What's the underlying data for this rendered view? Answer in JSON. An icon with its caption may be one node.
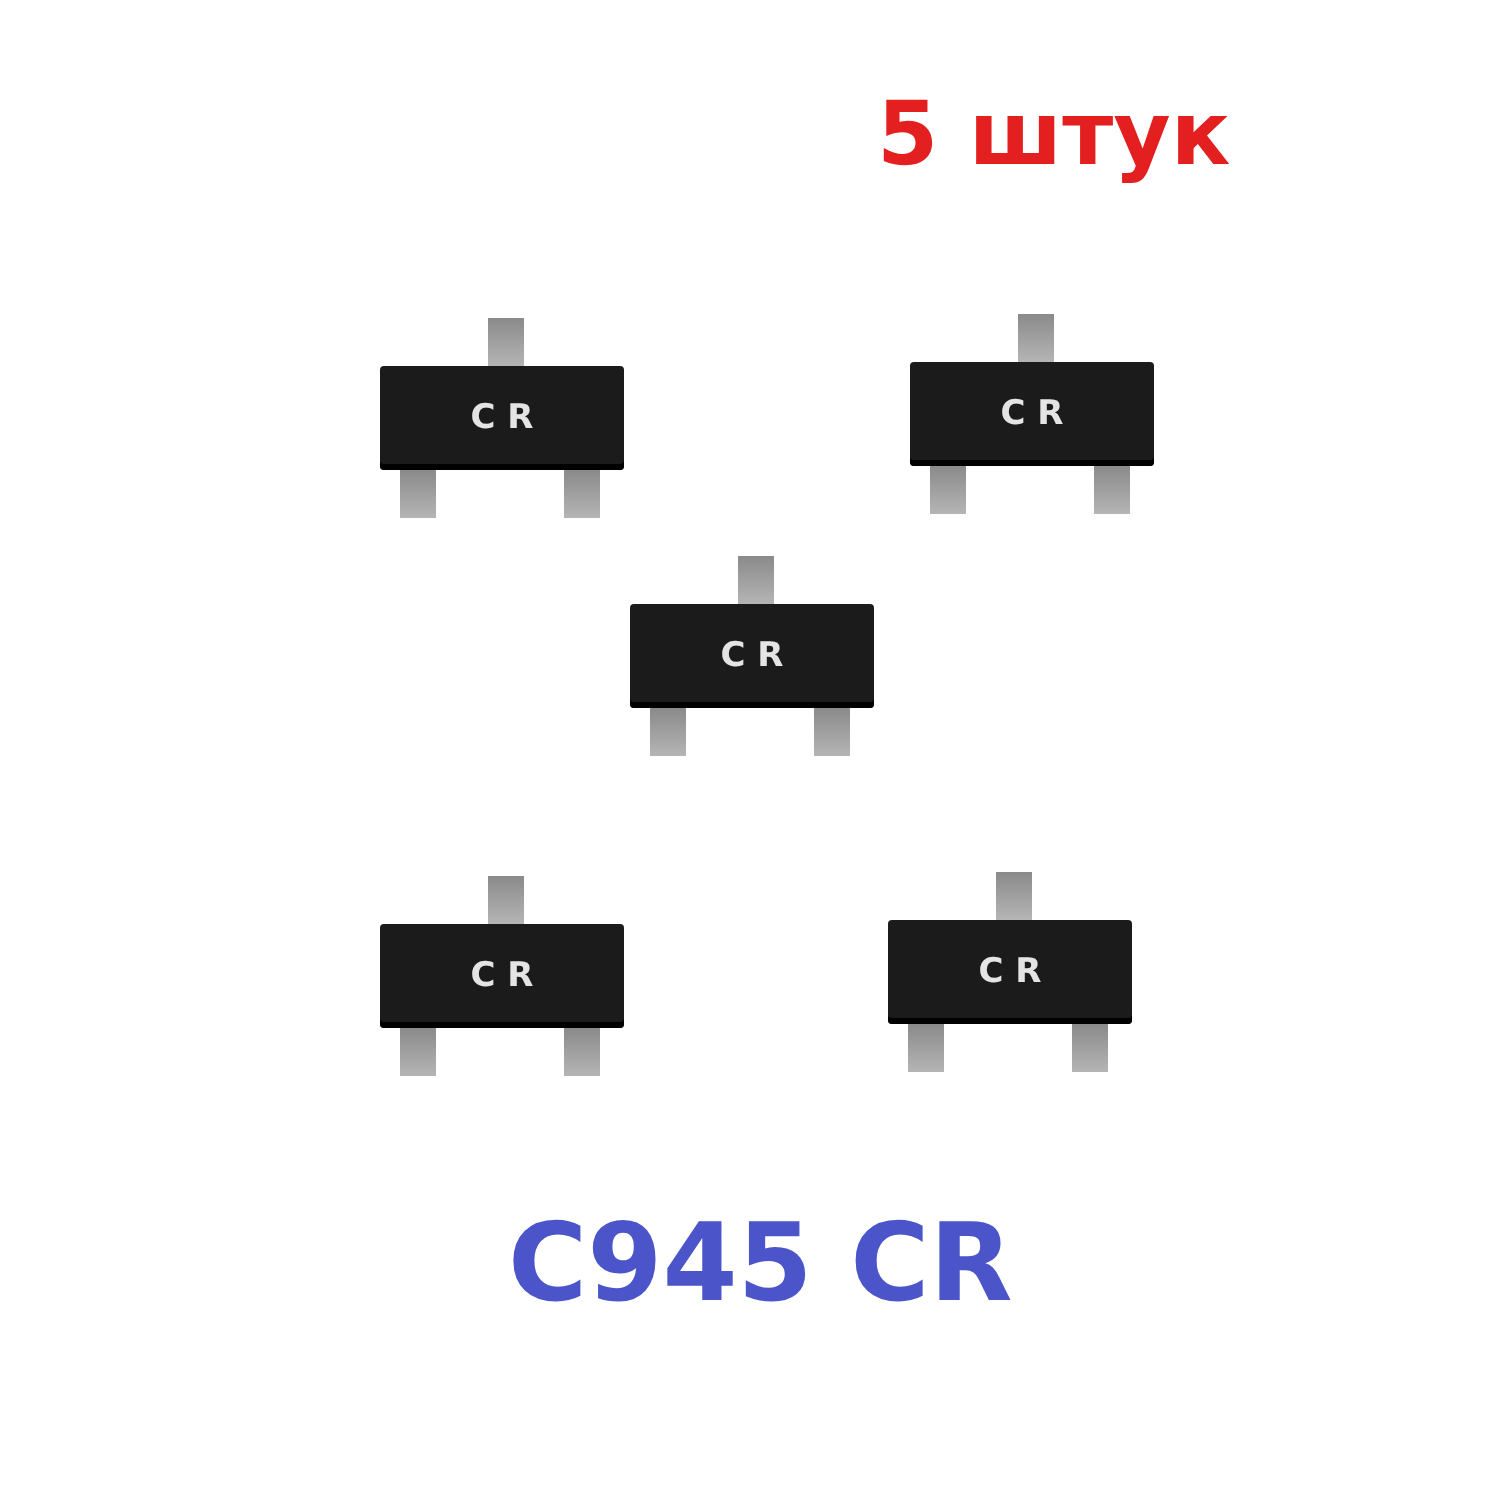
{
  "diagram": {
    "nodes": [
      {
        "text": [
          "CR"
        ]
      },
      {
        "text": [
          "CR"
        ]
      },
      {
        "text": [
          "CR"
        ]
      },
      {
        "text": [
          "CR"
        ]
      },
      {
        "text": [
          "CR"
        ]
      }
    ],
    "labels": [
      "5 штук",
      "C945 CR"
    ]
  }
}
